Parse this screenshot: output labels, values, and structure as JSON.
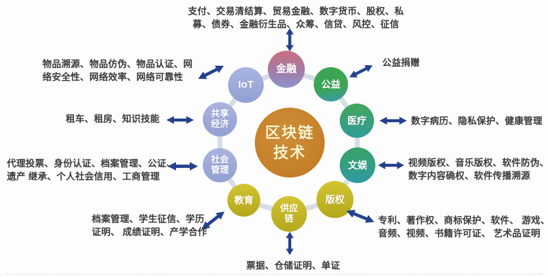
{
  "diagram": {
    "center_label": "区块链技术",
    "nodes": [
      {
        "id": "finance",
        "label": "金融"
      },
      {
        "id": "gongyi",
        "label": "公益"
      },
      {
        "id": "medical",
        "label": "医疗"
      },
      {
        "id": "wenyu",
        "label": "文娱"
      },
      {
        "id": "copyright",
        "label": "版权"
      },
      {
        "id": "supply",
        "label": "供应链"
      },
      {
        "id": "education",
        "label": "教育"
      },
      {
        "id": "social",
        "label": "社会管理"
      },
      {
        "id": "sharing",
        "label": "共享经济"
      },
      {
        "id": "iot",
        "label": "IoT"
      }
    ],
    "annotations": {
      "finance": {
        "line1": "支付、交易清结算、贸易金融、数字货币、股权、私",
        "line2": "募、债券、金融衍生品、众筹、信贷、风控、征信"
      },
      "iot": {
        "line1": "物品溯源、物品仿伪、物品认证、网",
        "line2": "络安全性、网络效率、网络可靠性"
      },
      "sharing": {
        "line1": "租车、租房、知识技能"
      },
      "social": {
        "line1": "代理投票、身份认证、档案管理、公证、",
        "line2": "遗产 继承、个人社会信用、工商管理"
      },
      "education": {
        "line1": "档案管理、学生征信、学历",
        "line2": "证明、 成绩证明、产学合作"
      },
      "supply": {
        "line1": "票据、仓储证明、单证"
      },
      "copyright": {
        "line1": "专利、著作权、商标保护、软件、 游戏、",
        "line2": "音频、视频、书籍许可证、 艺术品证明"
      },
      "wenyu": {
        "line1": "视频版权、音乐版权、软件防伪、",
        "line2": "数字内容确权、软件传播溯源"
      },
      "medical": {
        "line1": "数字病历、隐私保护、健康管理"
      },
      "gongyi": {
        "line1": "公益捐赠"
      }
    },
    "colors": {
      "arrow": "#24418e",
      "center_circle": "#c57f29",
      "finance_gradient_top": "#c96e7e",
      "finance_gradient_bottom": "#8b93c9",
      "blue_nodes": "#9fafdc",
      "green_nodes_top": "#3ca553",
      "teal_nodes_bottom": "#31989e",
      "yellow_nodes": "#c9bc24",
      "ring": "#d7dde5",
      "annotation_text": "#3a3a3a",
      "center_text": "#fcf3cd"
    }
  }
}
